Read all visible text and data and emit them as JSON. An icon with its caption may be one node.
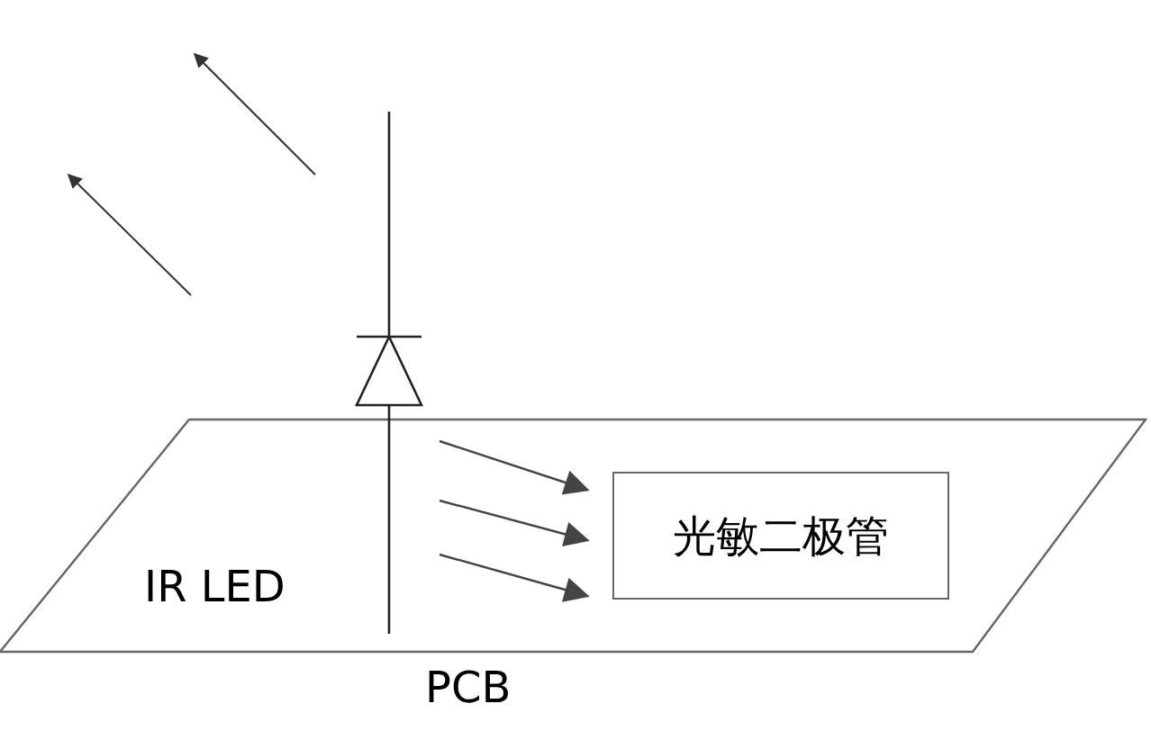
{
  "diagram": {
    "nodes": [
      {
        "text": [
          "PCB"
        ]
      },
      {
        "text": [
          "IR LED"
        ]
      },
      {
        "text": [
          "光敏二极管"
        ],
        "in": 0
      }
    ],
    "edges": [
      {
        "from": 1,
        "to": 2,
        "arrow": "to"
      },
      {
        "from": 1,
        "to": 2,
        "arrow": "to"
      },
      {
        "from": 1,
        "to": 2,
        "arrow": "to"
      }
    ]
  }
}
